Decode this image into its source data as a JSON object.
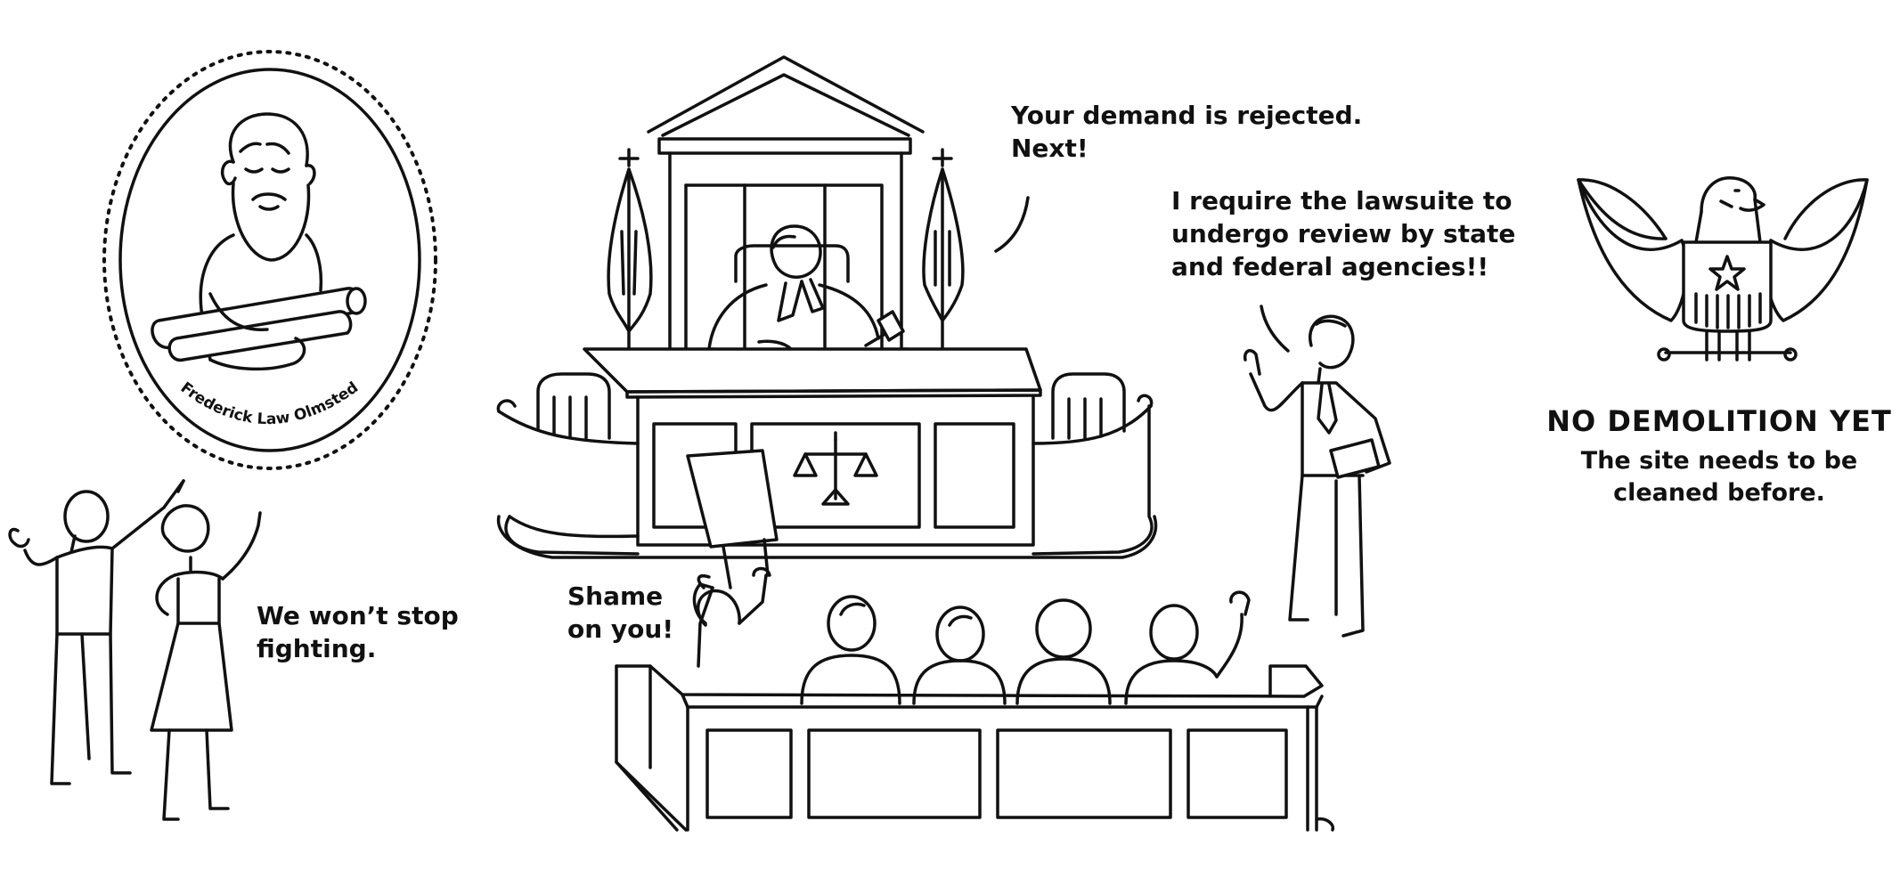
{
  "captions": {
    "left_crowd": [
      "We won’t stop",
      "fighting."
    ],
    "shame": [
      "Shame",
      "on you!"
    ],
    "judge": [
      "Your demand is rejected.",
      "Next!"
    ],
    "lawyer": [
      "I require the lawsuite to",
      "undergo review by state",
      "and federal agencies!!"
    ],
    "notice_title": "NO DEMOLITION YET",
    "notice_sub": [
      "The site needs to be",
      "cleaned before."
    ]
  },
  "medallion": {
    "name": "Frederick Law Olmsted"
  },
  "colors": {
    "ink": "#111111",
    "background": "#ffffff"
  },
  "icons": [
    "portrait-medallion",
    "courthouse-pediment",
    "flag",
    "gavel",
    "scales-of-justice-icon",
    "eagle-seal",
    "star-icon"
  ]
}
